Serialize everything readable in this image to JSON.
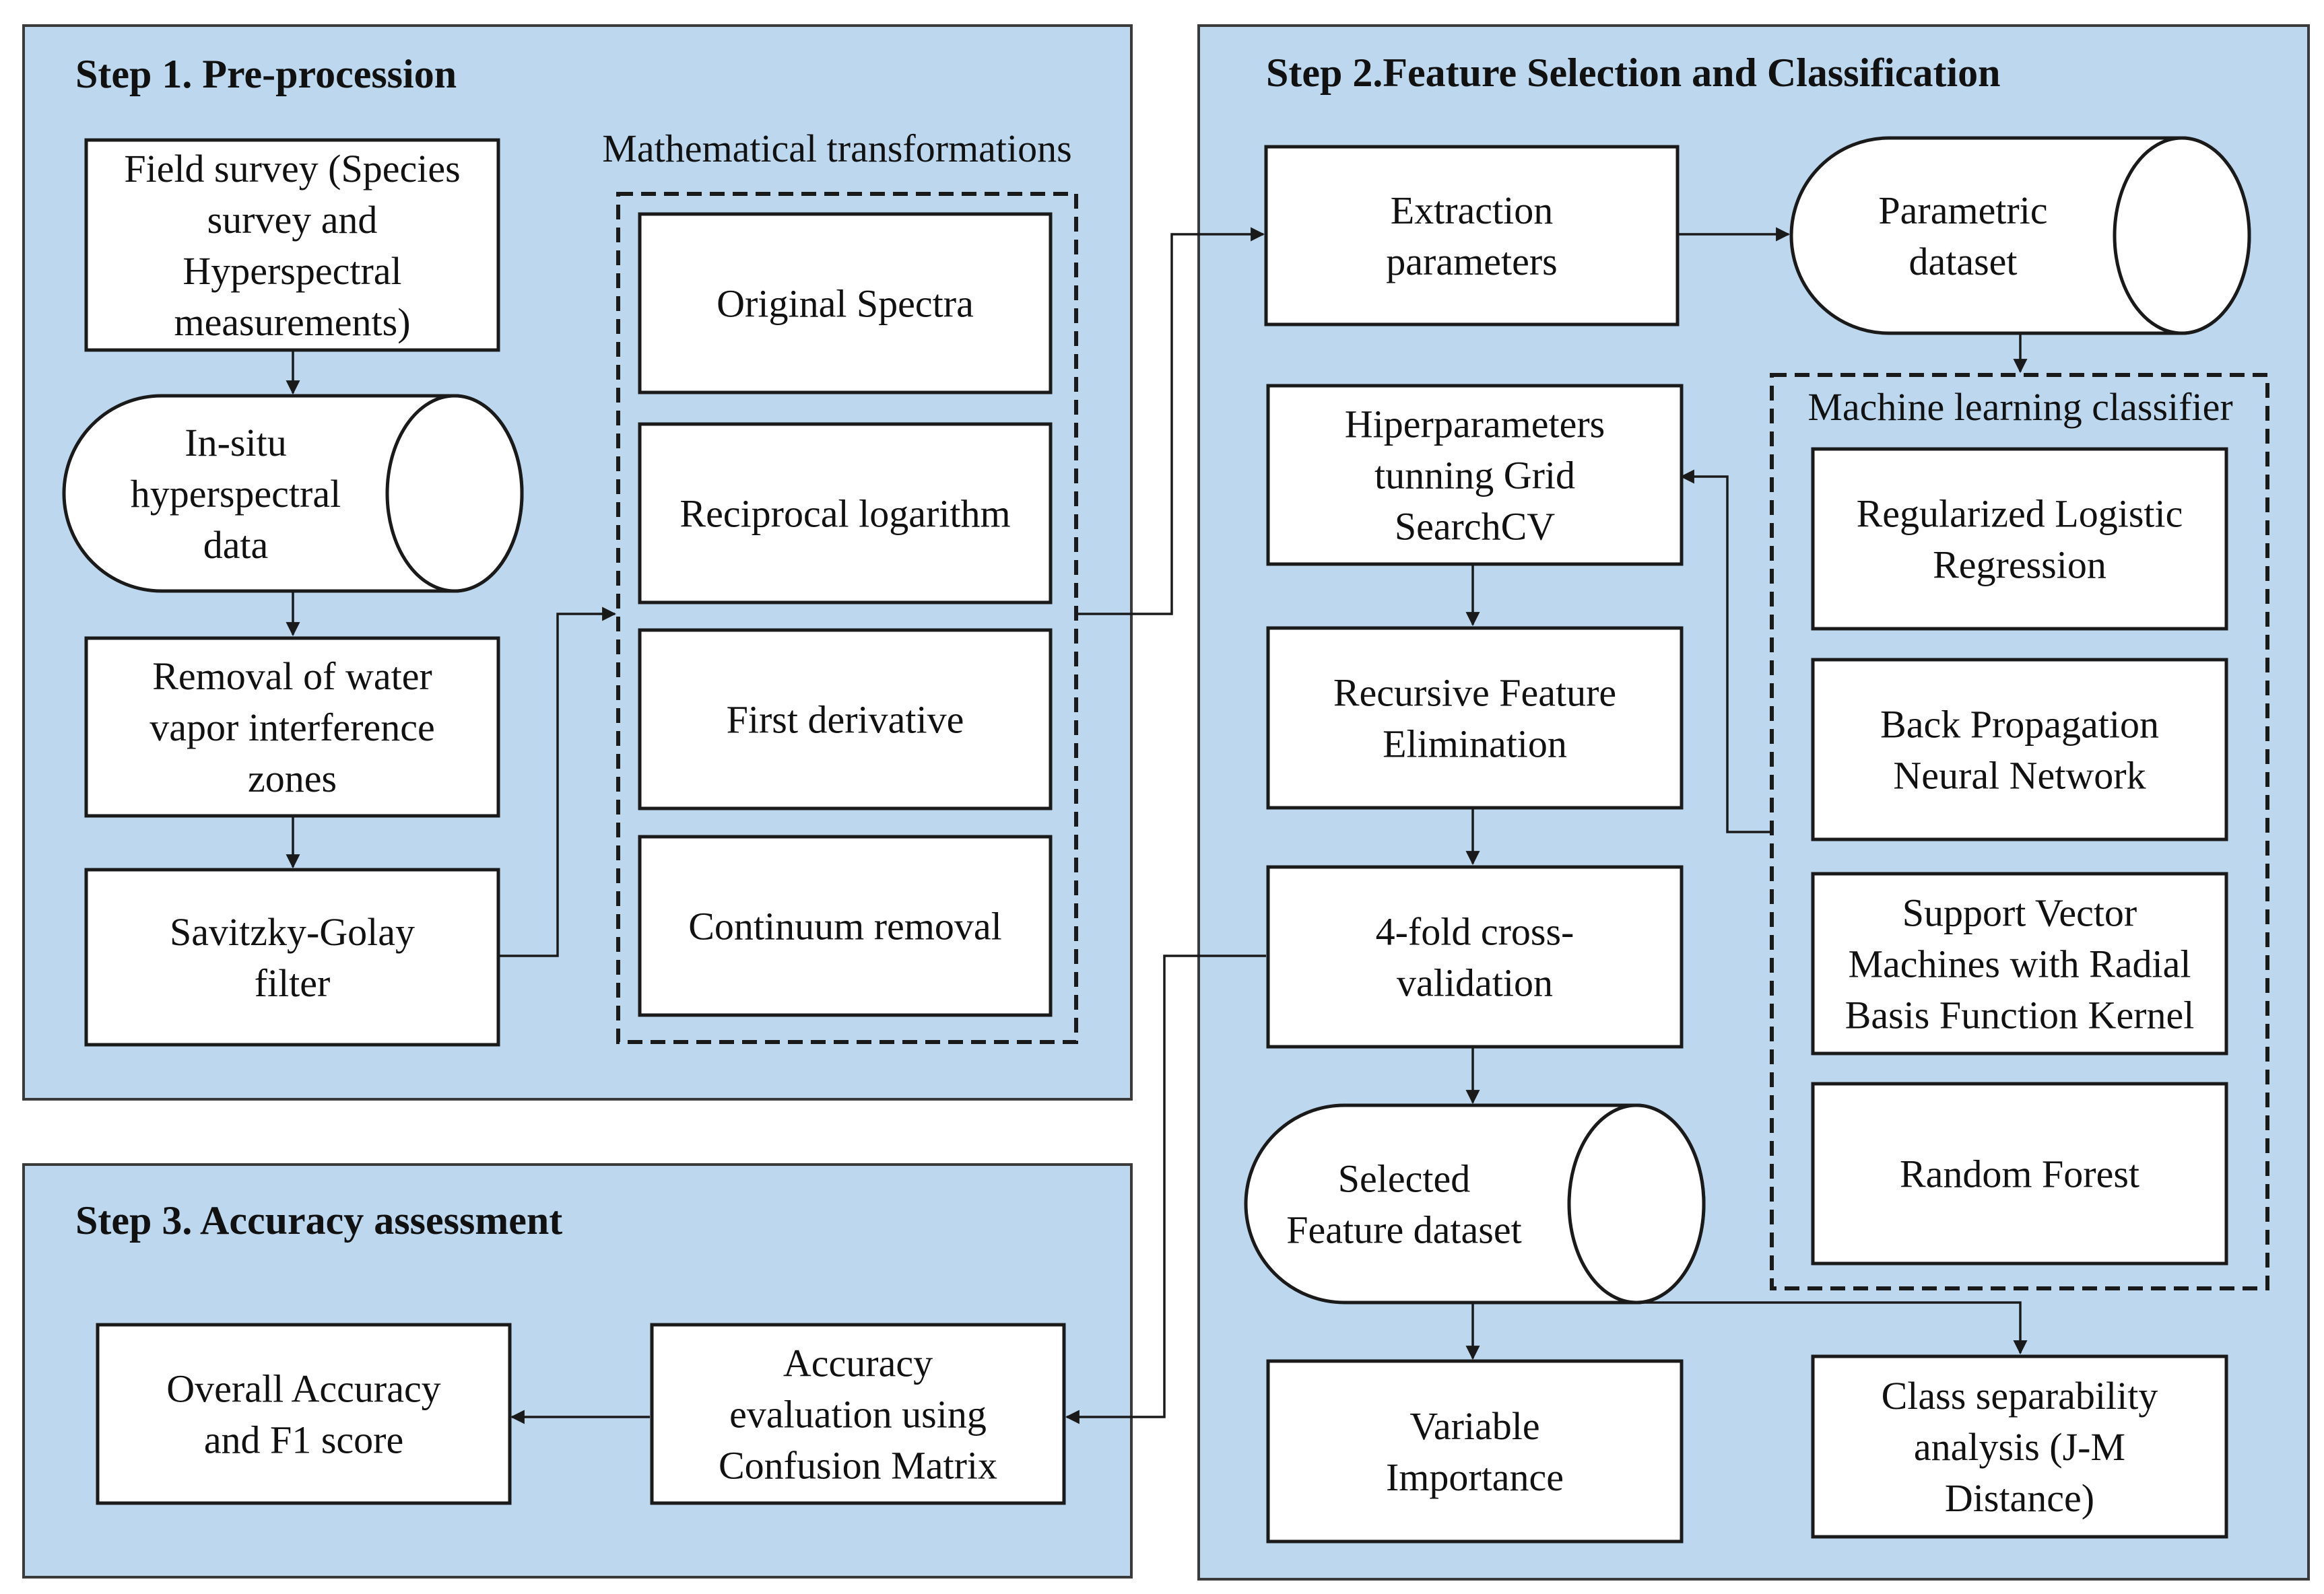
{
  "colors": {
    "panel_fill": "#bdd7ee",
    "panel_stroke": "#3a3a3a",
    "box_fill": "#ffffff",
    "box_stroke": "#1a1a1a",
    "arrow": "#1a1a1a"
  },
  "panels": {
    "step1": "Step 1. Pre-procession",
    "step2": "Step 2.Feature Selection and Classification",
    "step3": "Step 3. Accuracy assessment"
  },
  "groups": {
    "math": "Mathematical transformations",
    "ml": "Machine learning classifier"
  },
  "nodes": {
    "field_survey": [
      "Field survey (Species",
      "survey and",
      "Hyperspectral",
      "measurements)"
    ],
    "insitu": [
      "In-situ",
      "hyperspectral",
      "data"
    ],
    "removal": [
      "Removal of water",
      "vapor interference",
      "zones"
    ],
    "savitzky": [
      "Savitzky-Golay",
      "filter"
    ],
    "original": [
      "Original Spectra"
    ],
    "reciprocal": [
      "Reciprocal logarithm"
    ],
    "first_deriv": [
      "First derivative"
    ],
    "continuum": [
      "Continuum removal"
    ],
    "extraction": [
      "Extraction",
      "parameters"
    ],
    "parametric": [
      "Parametric",
      "dataset"
    ],
    "hiper": [
      "Hiperparameters",
      "tunning Grid",
      "SearchCV"
    ],
    "rfe": [
      "Recursive Feature",
      "Elimination"
    ],
    "cv": [
      "4-fold cross-",
      "validation"
    ],
    "selected": [
      "Selected",
      "Feature dataset"
    ],
    "variable": [
      "Variable",
      "Importance"
    ],
    "class_sep": [
      "Class separability",
      "analysis (J-M",
      "Distance)"
    ],
    "rlr": [
      "Regularized Logistic",
      "Regression"
    ],
    "bpnn": [
      "Back Propagation",
      "Neural Network"
    ],
    "svm": [
      "Support Vector",
      "Machines with Radial",
      "Basis Function Kernel"
    ],
    "rf": [
      "Random Forest"
    ],
    "acc_eval": [
      "Accuracy",
      "evaluation using",
      "Confusion Matrix"
    ],
    "overall": [
      "Overall Accuracy",
      "and F1 score"
    ]
  }
}
